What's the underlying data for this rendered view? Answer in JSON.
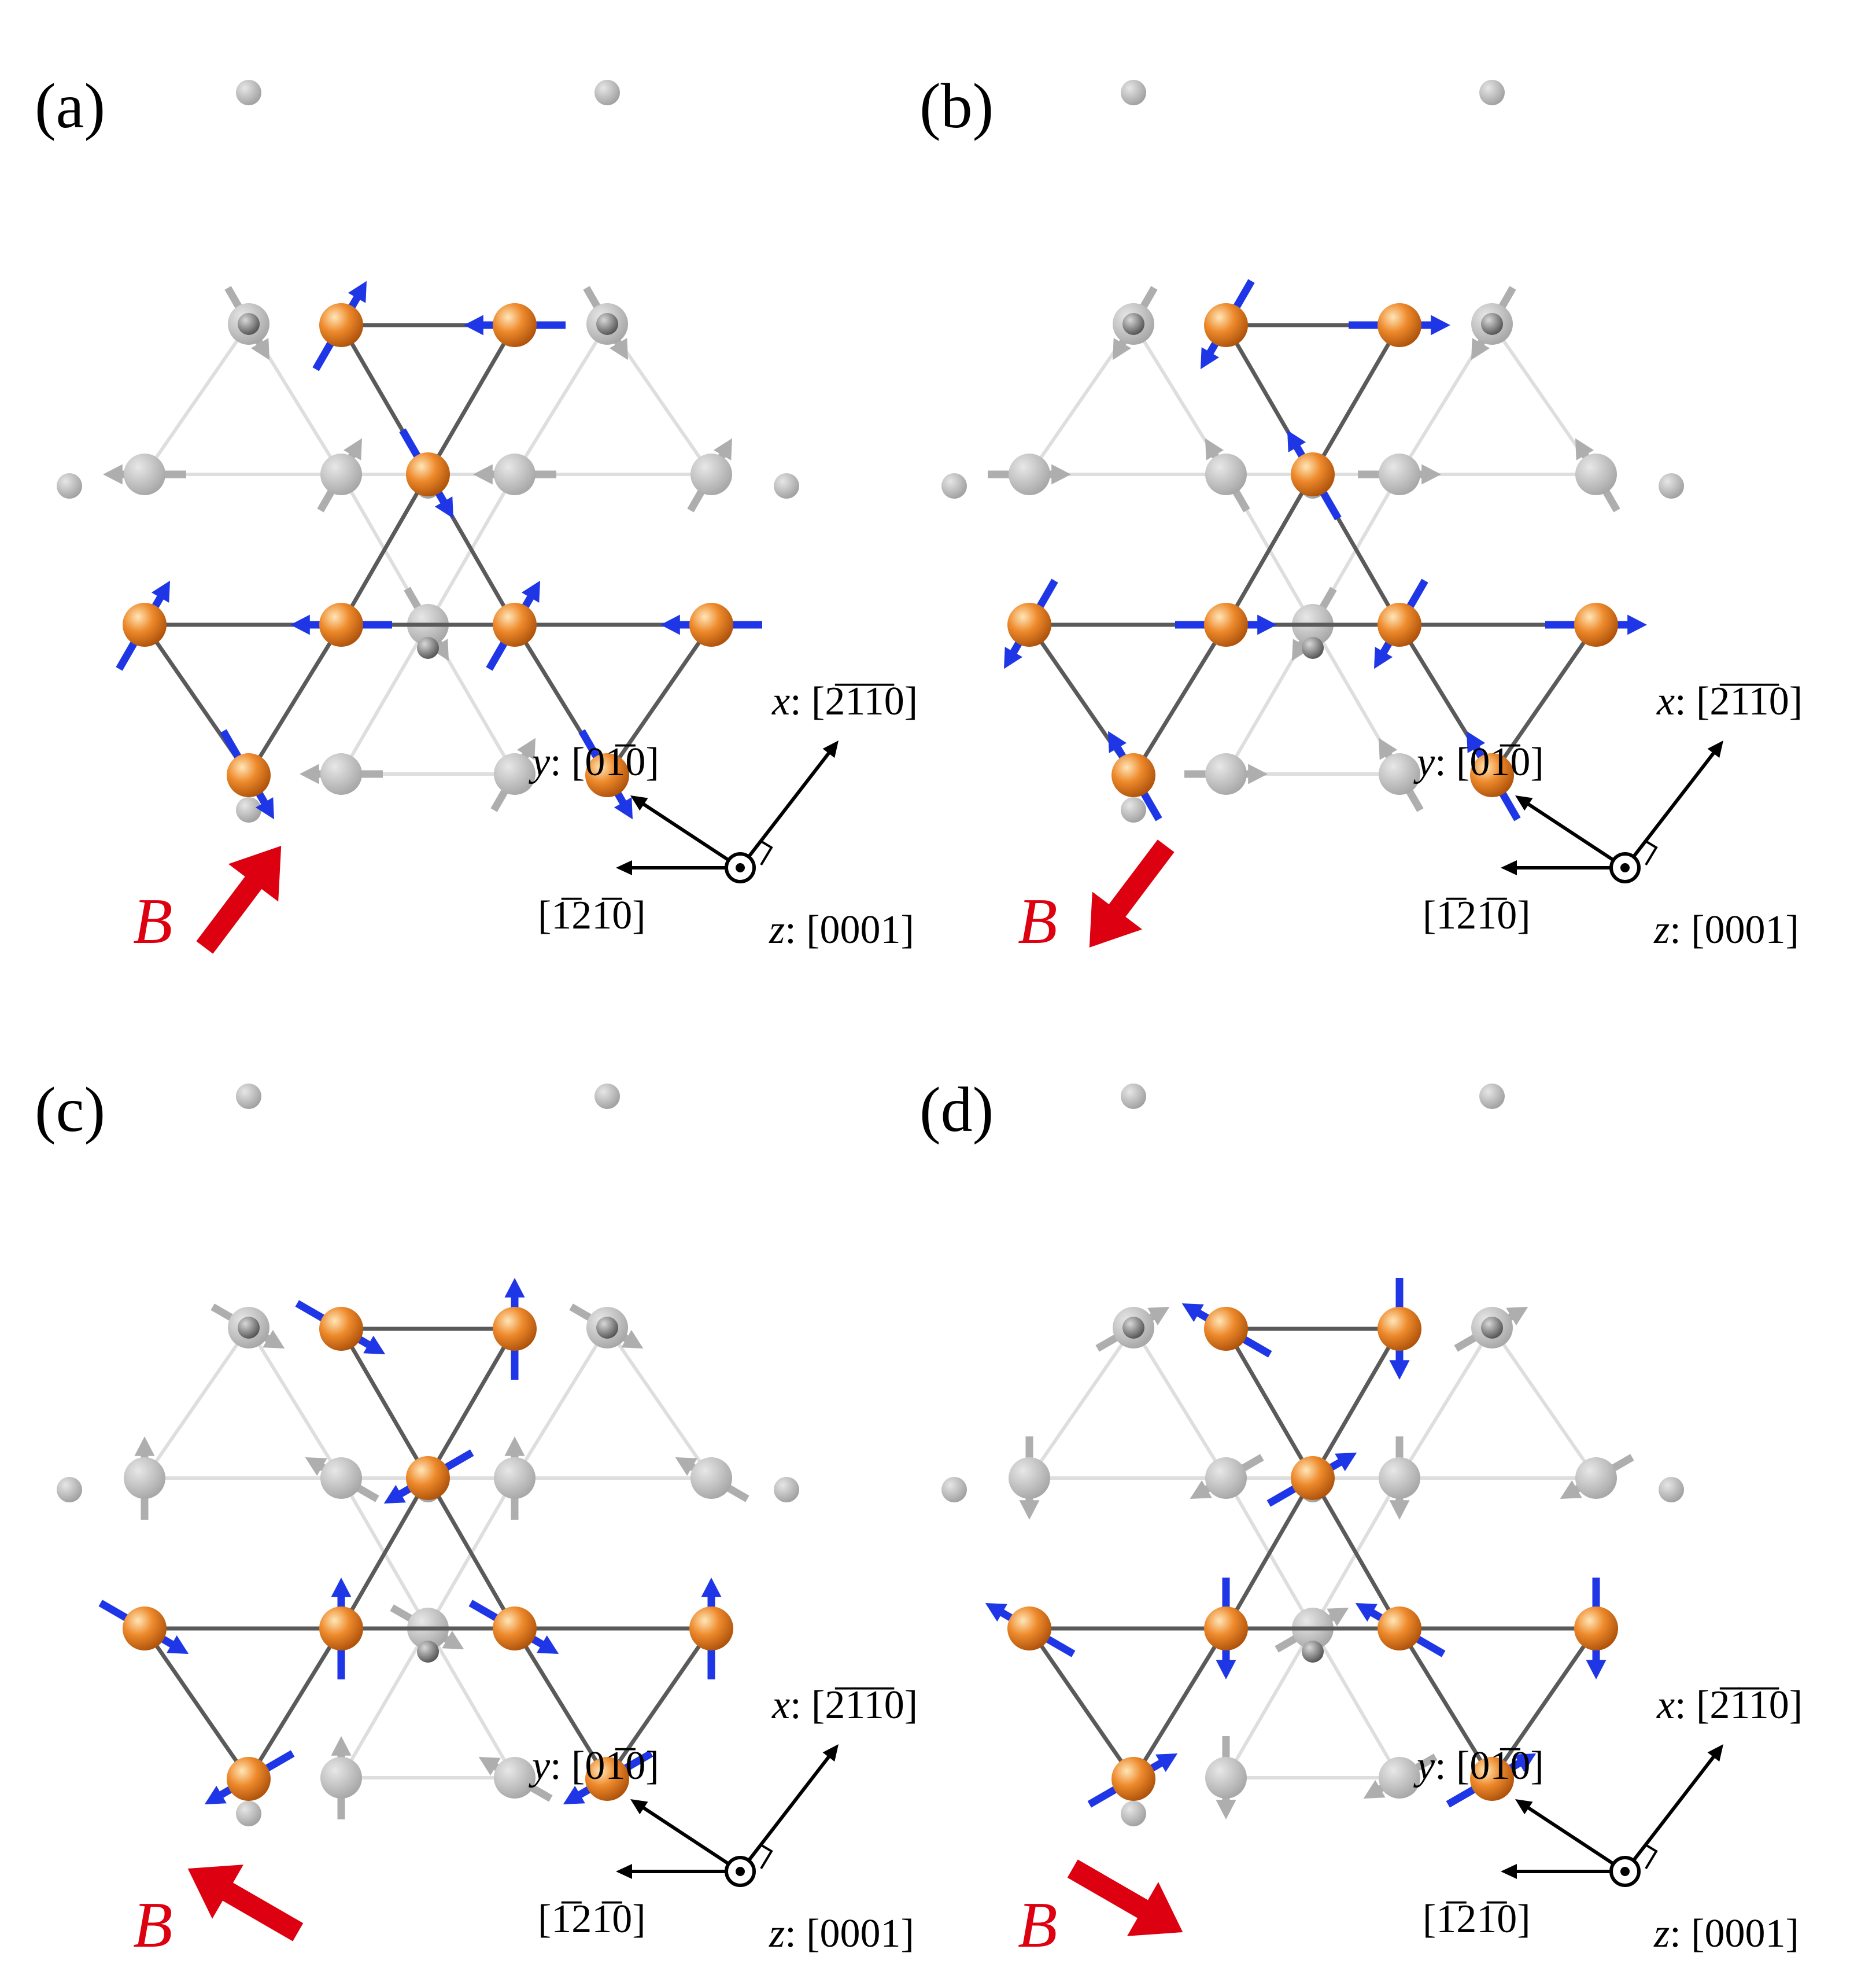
{
  "panels": [
    {
      "label": "(a)",
      "field_label": "B",
      "field_dir_deg": 53,
      "spin_mode": "a"
    },
    {
      "label": "(b)",
      "field_label": "B",
      "field_dir_deg": -127,
      "spin_mode": "b"
    },
    {
      "label": "(c)",
      "field_label": "B",
      "field_dir_deg": 150,
      "spin_mode": "c"
    },
    {
      "label": "(d)",
      "field_label": "B",
      "field_dir_deg": -30,
      "spin_mode": "d"
    }
  ],
  "axes": {
    "x": {
      "name": "x",
      "index": "[2̅1̅1̅0]"
    },
    "y": {
      "name": "y",
      "index": "[01̅0]"
    },
    "z": {
      "name": "z",
      "index": "[0001]"
    },
    "neg": {
      "index": "[1̅21̅0]"
    }
  },
  "colors": {
    "field_arrow": "#dd0010",
    "spin_front": "#1f36e6",
    "spin_back": "#a8a8a8",
    "atom_front": "#e07a22",
    "atom_back": "#b4b4b4",
    "bond_front": "#5a5a5a",
    "bond_back": "#dcdcdc"
  }
}
